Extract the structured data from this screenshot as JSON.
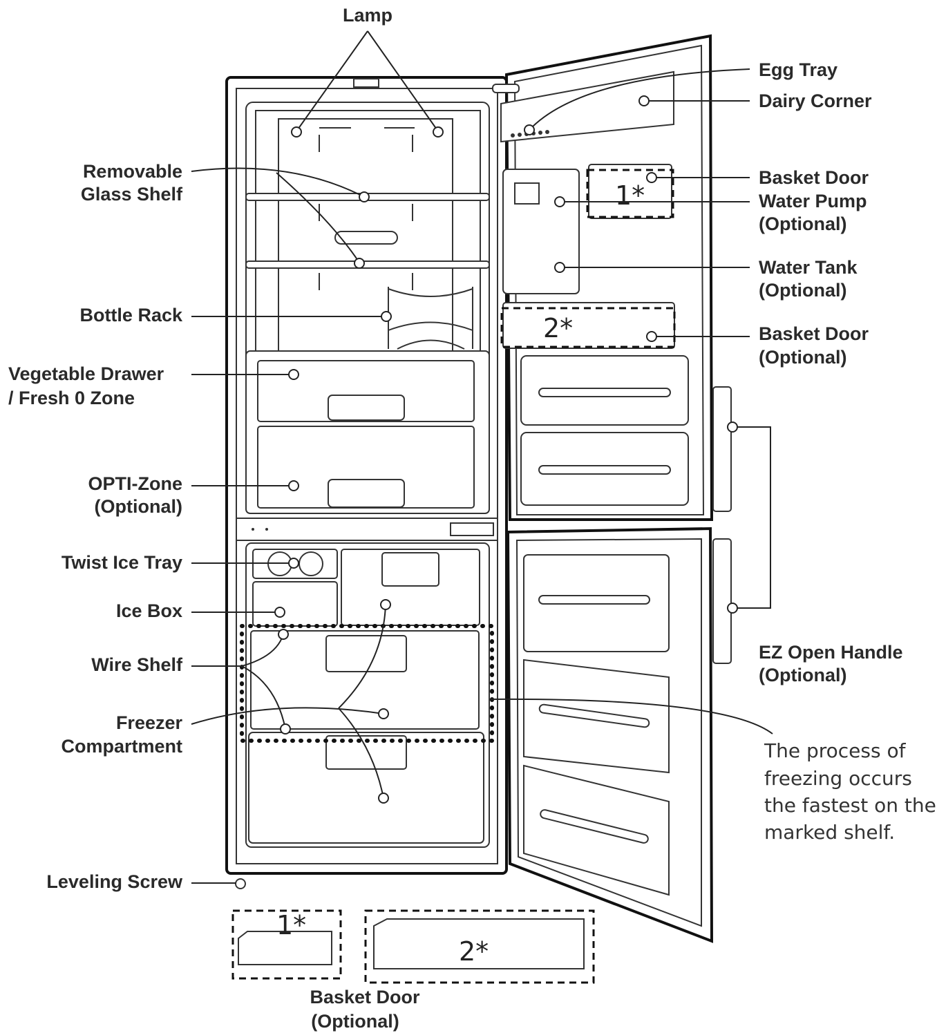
{
  "labels": {
    "lamp": "Lamp",
    "egg_tray": "Egg Tray",
    "dairy_corner": "Dairy Corner",
    "removable_glass_shelf_1": "Removable",
    "removable_glass_shelf_2": "Glass Shelf",
    "basket_door_top": "Basket Door",
    "water_pump_1": "Water Pump",
    "water_pump_2": "(Optional)",
    "water_tank_1": "Water Tank",
    "water_tank_2": "(Optional)",
    "bottle_rack": "Bottle Rack",
    "basket_door_mid_1": "Basket Door",
    "basket_door_mid_2": "(Optional)",
    "vegetable_drawer_1": "Vegetable Drawer",
    "vegetable_drawer_2": "/ Fresh 0 Zone",
    "opti_zone_1": "OPTI-Zone",
    "opti_zone_2": "(Optional)",
    "twist_ice_tray": "Twist Ice Tray",
    "ice_box": "Ice Box",
    "wire_shelf": "Wire Shelf",
    "ez_open_handle_1": "EZ Open Handle",
    "ez_open_handle_2": "(Optional)",
    "freezer_compartment_1": "Freezer",
    "freezer_compartment_2": "Compartment",
    "leveling_screw": "Leveling Screw",
    "basket_door_bottom_1": "Basket Door",
    "basket_door_bottom_2": "(Optional)"
  },
  "note": {
    "line1": "The process of",
    "line2": "freezing occurs",
    "line3": "the fastest on the",
    "line4": "marked shelf."
  },
  "markers": {
    "basket_1": "1*",
    "basket_2": "2*",
    "basket_1_bottom": "1*",
    "basket_2_bottom": "2*"
  }
}
